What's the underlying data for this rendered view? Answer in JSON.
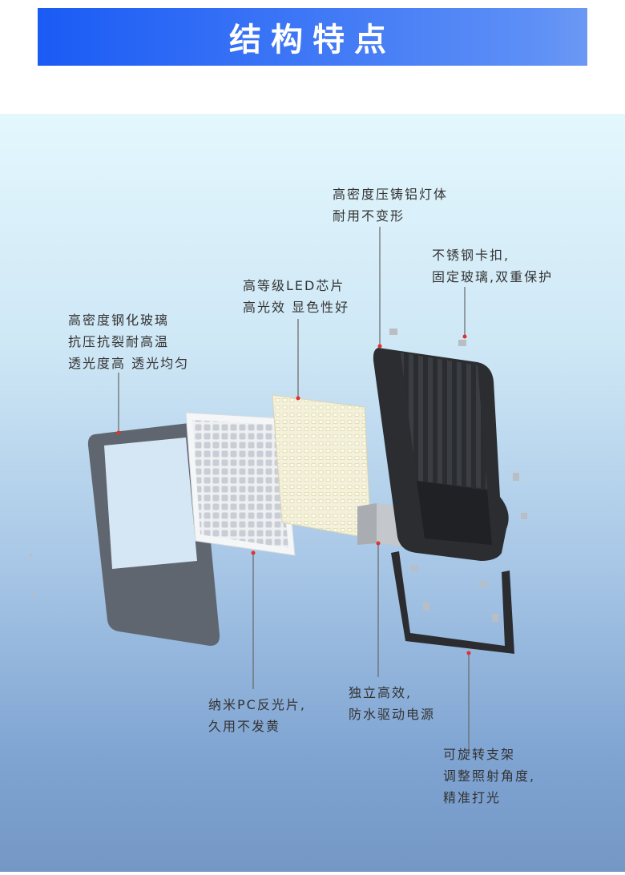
{
  "header": {
    "title": "结构特点",
    "color": "#1a5bf5"
  },
  "callouts": [
    {
      "id": "housing",
      "lines": [
        "高密度压铸铝灯体",
        "耐用不变形"
      ]
    },
    {
      "id": "clip",
      "lines": [
        "不锈钢卡扣,",
        "固定玻璃,双重保护"
      ]
    },
    {
      "id": "led",
      "lines": [
        "高等级LED芯片",
        "高光效 显色性好"
      ]
    },
    {
      "id": "glass",
      "lines": [
        "高密度钢化玻璃",
        "抗压抗裂耐高温",
        "透光度高 透光均匀"
      ]
    },
    {
      "id": "reflector",
      "lines": [
        "纳米PC反光片,",
        "久用不发黄"
      ]
    },
    {
      "id": "driver",
      "lines": [
        "独立高效,",
        "防水驱动电源"
      ]
    },
    {
      "id": "bracket",
      "lines": [
        "可旋转支架",
        "调整照射角度,",
        "精准打光"
      ]
    }
  ],
  "colors": {
    "pointer_dot": "#e03030",
    "pointer_line": "#666666"
  }
}
